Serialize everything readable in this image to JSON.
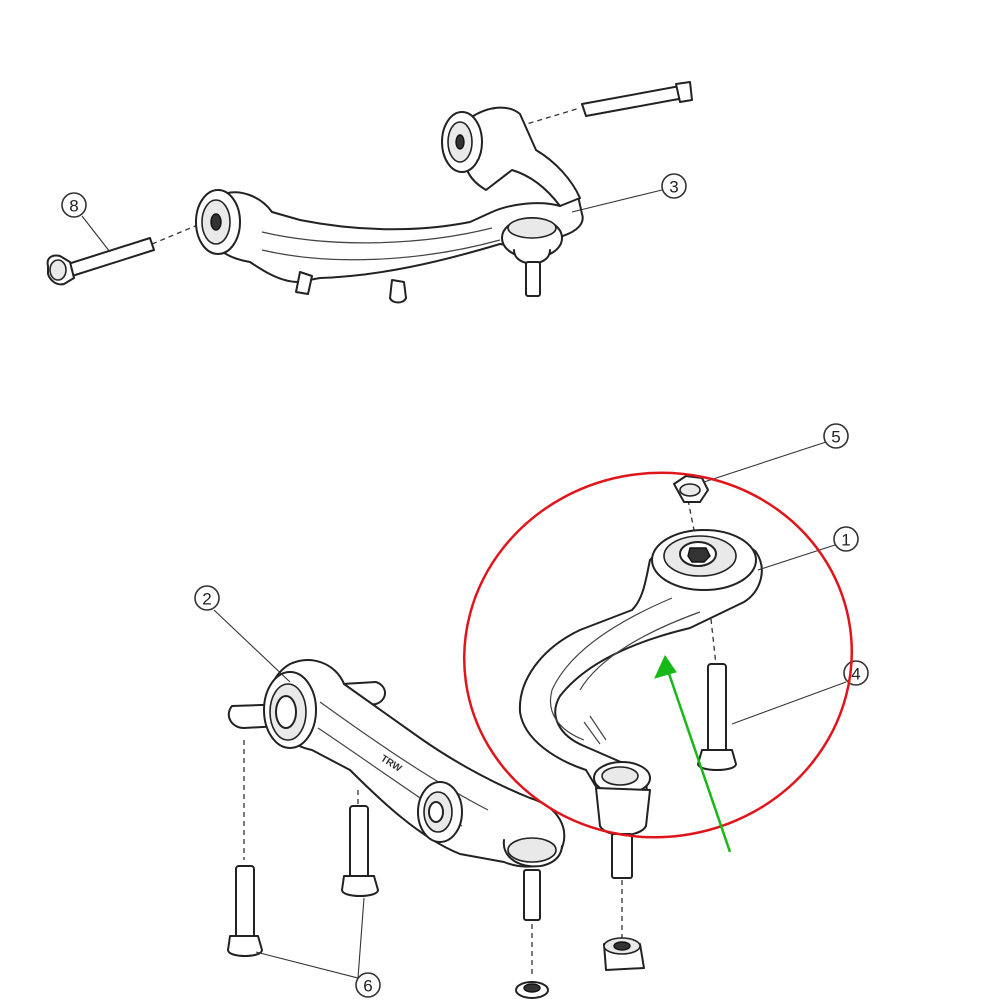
{
  "diagram": {
    "callouts": [
      {
        "id": "1",
        "label": "1"
      },
      {
        "id": "2",
        "label": "2"
      },
      {
        "id": "3",
        "label": "3"
      },
      {
        "id": "4",
        "label": "4"
      },
      {
        "id": "5",
        "label": "5"
      },
      {
        "id": "6",
        "label": "6"
      },
      {
        "id": "8",
        "label": "8"
      }
    ],
    "emboss_text": "TRW",
    "annotation": {
      "highlight_color": "#e0151b",
      "arrow_color": "#18b818"
    }
  }
}
